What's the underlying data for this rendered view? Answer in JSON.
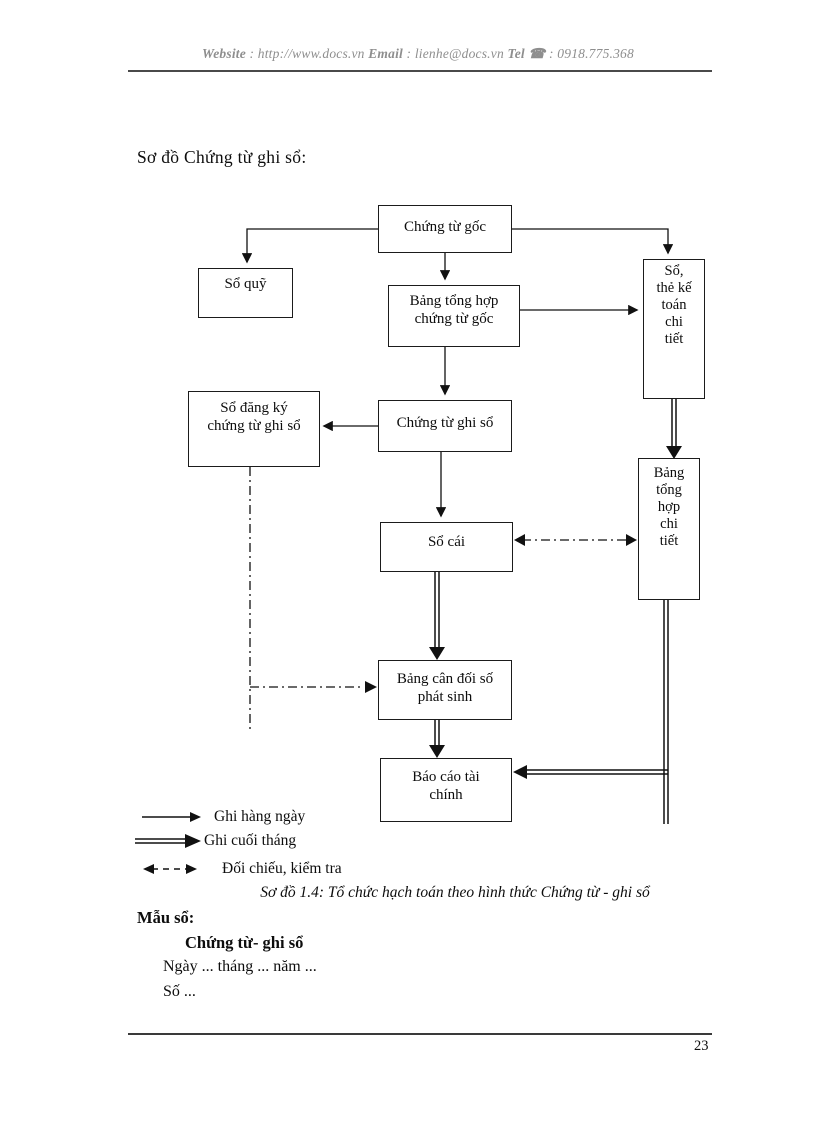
{
  "header": {
    "website_label": "Website",
    "website_value": " : http://www.docs.vn  ",
    "email_label": "Email",
    "email_value": " : lienhe@docs.vn  ",
    "tel_label": "Tel",
    "tel_icon": "☎",
    "tel_value": " : 0918.775.368"
  },
  "title": "Sơ đồ Chứng từ ghi sổ:",
  "flowchart": {
    "boxes": {
      "chung_tu_goc": "Chứng từ gốc",
      "so_quy": "Sổ quỹ",
      "bang_tong_hop_chung_tu_goc": "Bảng tổng hợp\nchứng từ gốc",
      "so_the_ke_toan_chi_tiet": "Sổ,\nthẻ kế\ntoán\nchi\ntiết",
      "so_dang_ky_chung_tu_ghi_so": "Sổ đăng ký\nchứng từ ghi sổ",
      "chung_tu_ghi_so": "Chứng từ ghi sổ",
      "bang_tong_hop_chi_tiet": "Bảng\ntổng\nhợp\nchi\ntiết",
      "so_cai": "Sổ cái",
      "bang_can_doi_so_phat_sinh": "Bảng cân đối số\nphát sinh",
      "bao_cao_tai_chinh": "Báo cáo tài\nchính"
    },
    "legend": [
      {
        "style": "solid-arrow",
        "label": "Ghi hàng ngày"
      },
      {
        "style": "double-arrow",
        "label": "Ghi cuối tháng"
      },
      {
        "style": "dashed-arrow",
        "label": "Đối chiếu, kiểm tra"
      }
    ],
    "caption": "Sơ đồ 1.4: Tổ chức hạch toán theo hình thức Chứng từ - ghi sổ"
  },
  "form_sample": {
    "heading": "Mẫu sổ:",
    "form_title": "Chứng từ- ghi sổ",
    "date_line": "Ngày ... tháng ... năm ...",
    "number_line": "Số ..."
  },
  "footer": {
    "page_number": "23"
  }
}
